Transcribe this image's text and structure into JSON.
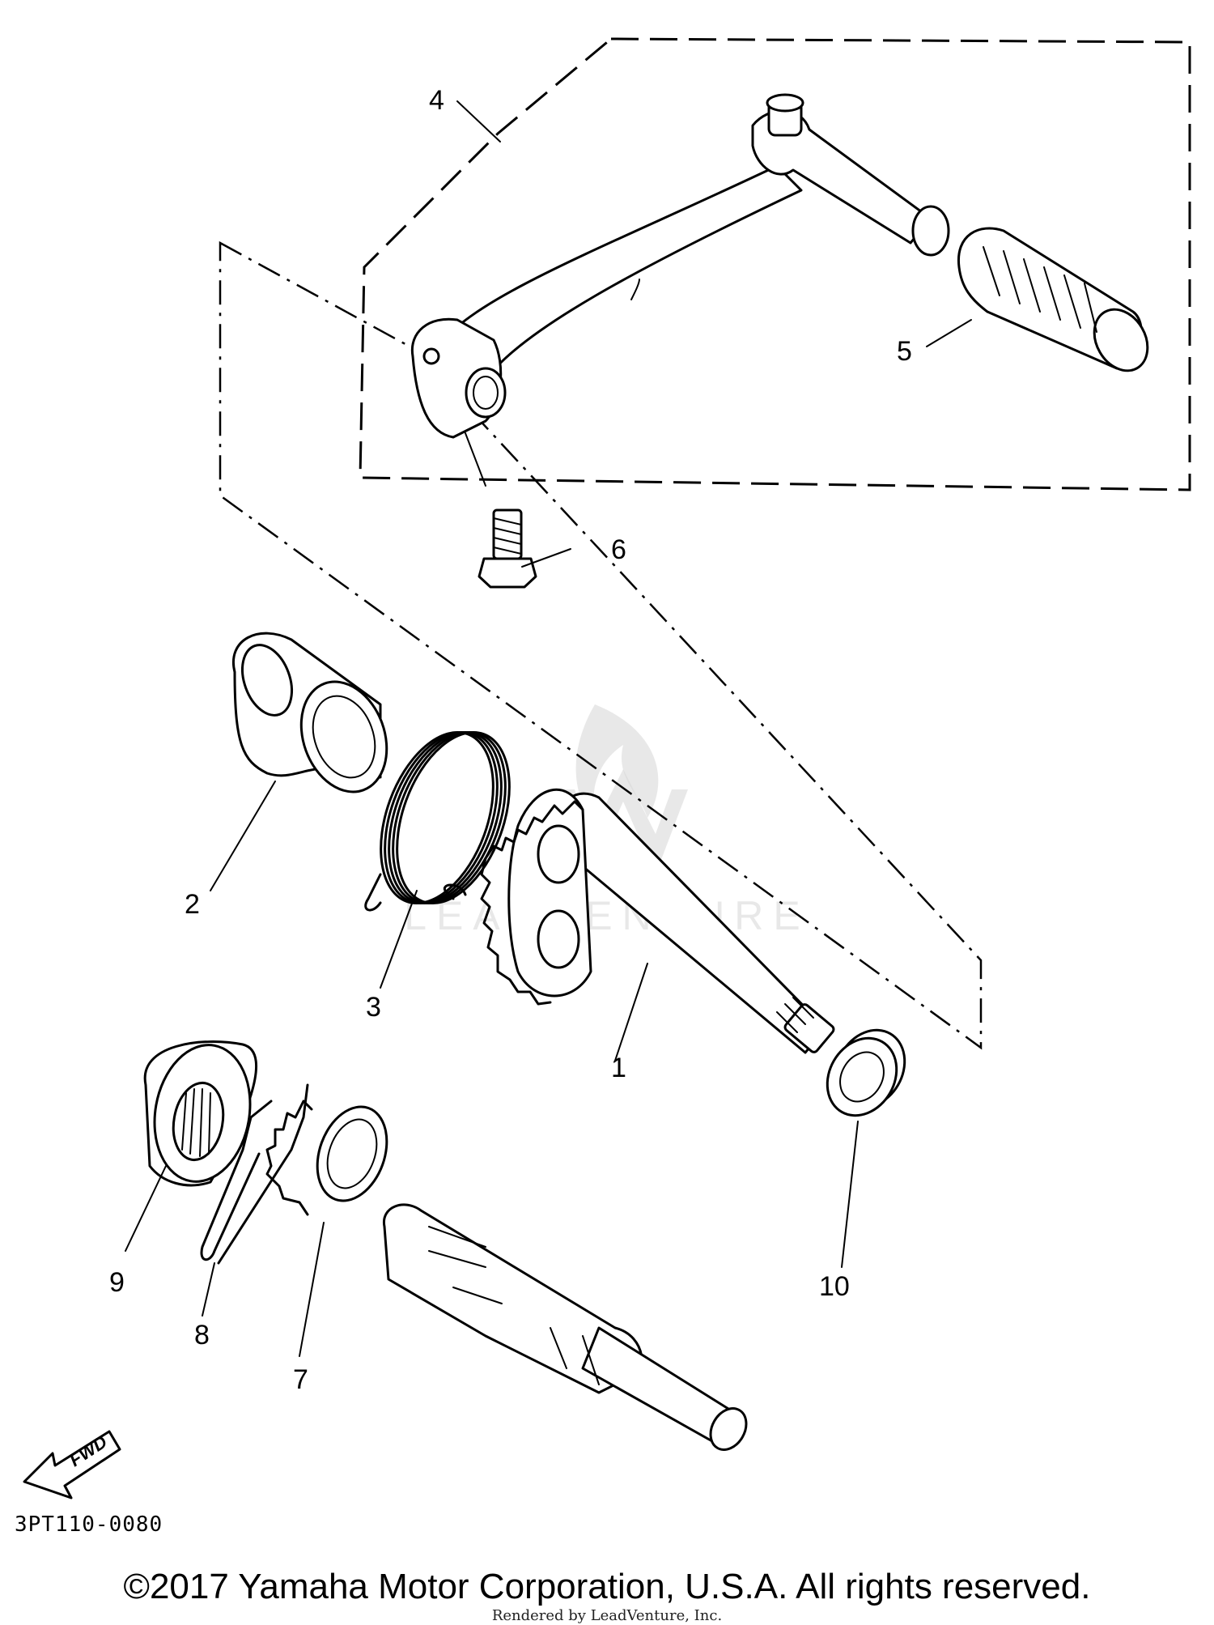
{
  "diagram": {
    "callouts": [
      "1",
      "2",
      "3",
      "4",
      "5",
      "6",
      "7",
      "8",
      "9",
      "10"
    ],
    "fwd_label": "FWD",
    "watermark": "LEADVENTURE"
  },
  "footer": {
    "ref_code": "3PT110-0080",
    "copyright": "©2017 Yamaha Motor Corporation, U.S.A. All rights reserved.",
    "rendered_by": "Rendered by LeadVenture, Inc."
  }
}
